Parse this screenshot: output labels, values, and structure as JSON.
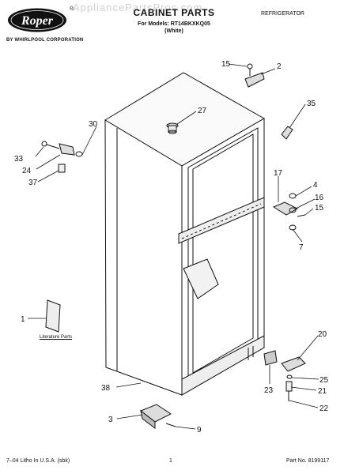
{
  "brand": {
    "logo_text": "Roper",
    "trademark": "®",
    "corporation": "BY WHIRLPOOL CORPORATION"
  },
  "watermark": "AppliancePartsPros.com",
  "header": {
    "title": "CABINET PARTS",
    "models_line": "For Models: RT14BKXKQ05",
    "color_variant": "(White)",
    "category": "REFRIGERATOR"
  },
  "literature_label": "Literature Parts",
  "callouts": {
    "c1": "1",
    "c2": "2",
    "c3": "3",
    "c4": "4",
    "c7": "7",
    "c9": "9",
    "c15a": "15",
    "c15b": "15",
    "c16": "16",
    "c17": "17",
    "c20": "20",
    "c21": "21",
    "c22": "22",
    "c23": "23",
    "c24": "24",
    "c25": "25",
    "c27": "27",
    "c30": "30",
    "c33": "33",
    "c35": "35",
    "c37": "37",
    "c38": "38"
  },
  "footer": {
    "print_info": "7–04 Litho In U.S.A. (sbk)",
    "page": "1",
    "part_no": "Part No. 8199117"
  }
}
